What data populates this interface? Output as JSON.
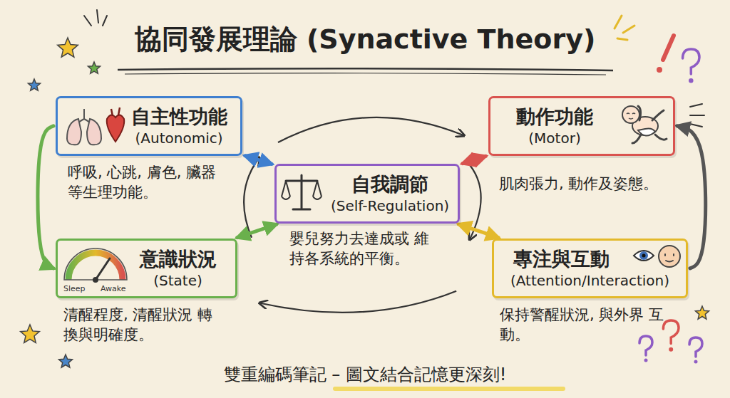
{
  "diagram": {
    "title": "協同發展理論 (Synactive Theory)",
    "caption": "雙重編碼筆記 – 圖文結合記憶更深刻!",
    "nodes": [
      {
        "text": [
          "自主性功能",
          "(Autonomic)",
          "呼吸, 心跳, 膚色, 臟器等生理功能。"
        ]
      },
      {
        "text": [
          "動作功能",
          "(Motor)",
          "肌肉張力, 動作及姿態。"
        ]
      },
      {
        "text": [
          "自我調節",
          "(Self-Regulation)",
          "嬰兒努力去達成或 維持各系統的平衡。"
        ]
      },
      {
        "text": [
          "意識狀況",
          "(State)",
          "清醒程度, 清醒狀況 轉換與明確度。"
        ]
      },
      {
        "text": [
          "專注與互動",
          "(Attention/Interaction)",
          "保持警醒狀況, 與外界 互動。"
        ]
      }
    ],
    "edges": [
      {
        "from": 0,
        "to": 2,
        "arrow": "both"
      },
      {
        "from": 1,
        "to": 2,
        "arrow": "both"
      },
      {
        "from": 3,
        "to": 2,
        "arrow": "both"
      },
      {
        "from": 4,
        "to": 2,
        "arrow": "both"
      },
      {
        "from": 0,
        "to": 3,
        "arrow": "to"
      },
      {
        "from": 4,
        "to": 1,
        "arrow": "to"
      }
    ],
    "labels": [
      "Sleep",
      "Awake"
    ]
  }
}
